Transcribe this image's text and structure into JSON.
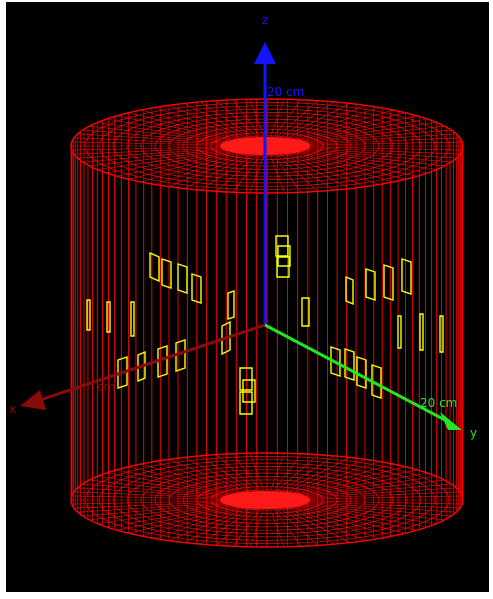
{
  "viewer": {
    "background_color": "#000000",
    "frame_color": "#ffffff",
    "cylinder": {
      "wire_color": "#ff0000",
      "vertical_lines": 120,
      "cap_rings": 14
    },
    "detector_color": "#ffff00",
    "axes": {
      "z": {
        "label": "z",
        "scale_label": "20 cm",
        "color": "#1414ff"
      },
      "x": {
        "label": "x",
        "scale_label": "cm",
        "color": "#8b0a0a"
      },
      "y": {
        "label": "y",
        "scale_label": "20 cm",
        "color": "#22e622"
      }
    }
  }
}
